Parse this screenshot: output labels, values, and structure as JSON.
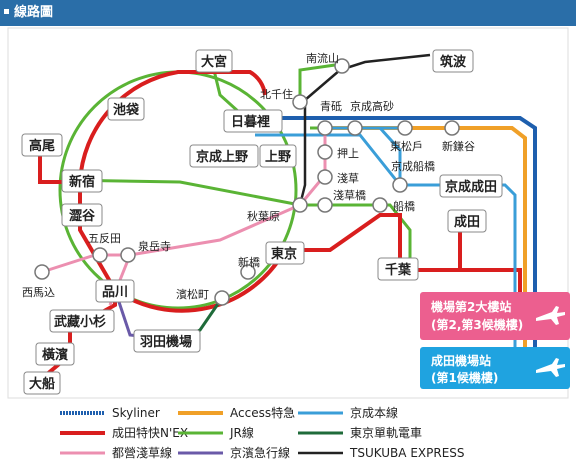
{
  "header": {
    "title": "線路圖"
  },
  "stations": {
    "omiya": "大宮",
    "minaminagareyama": "南流山",
    "tsukuba": "筑波",
    "kitasenju": "北千住",
    "aoto": "青砥",
    "keiseitakasago": "京成高砂",
    "ikebukuro": "池袋",
    "nippori": "日暮裡",
    "higashimatsudo": "東松戶",
    "shinkamagaya": "新鎌谷",
    "takao": "高尾",
    "keiseiueno": "京成上野",
    "ueno": "上野",
    "oshiage": "押上",
    "keiseifunabashi": "京成船橋",
    "shinjuku": "新宿",
    "asakusa": "淺草",
    "keiseinarita": "京成成田",
    "akihabara": "秋葉原",
    "asakusabashi": "淺草橋",
    "funabashi": "船橋",
    "shibuya": "澀谷",
    "gotanda": "五反田",
    "sengakuji": "泉岳寺",
    "narita": "成田",
    "shinbashi": "新橋",
    "tokyo": "東京",
    "nishimagome": "西馬込",
    "shinagawa": "品川",
    "hamamatsucho": "濱松町",
    "chiba": "千葉",
    "musashikosugi": "武藏小杉",
    "hanedaairport": "羽田機場",
    "yokohama": "橫濱",
    "ofuna": "大船"
  },
  "airports": {
    "t2_line1": "機場第2大樓站",
    "t2_line2": "(第2,第3候機樓)",
    "t1_line1": "成田機場站",
    "t1_line2": "(第1候機樓)"
  },
  "legend": [
    {
      "label": "Skyliner",
      "color": "#1e5fae",
      "style": "dashed"
    },
    {
      "label": "Access特急",
      "color": "#f0a028",
      "style": "solid"
    },
    {
      "label": "京成本線",
      "color": "#3a9ed8",
      "style": "solid"
    },
    {
      "label": "成田特快N'EX",
      "color": "#d91e1e",
      "style": "solid"
    },
    {
      "label": "JR線",
      "color": "#5ab435",
      "style": "solid"
    },
    {
      "label": "東京單軌電車",
      "color": "#1f6b3a",
      "style": "solid"
    },
    {
      "label": "都營淺草線",
      "color": "#ec8fb0",
      "style": "solid"
    },
    {
      "label": "京濱急行線",
      "color": "#6a5aa8",
      "style": "solid"
    },
    {
      "label": "TSUKUBA EXPRESS",
      "color": "#222222",
      "style": "solid"
    }
  ]
}
